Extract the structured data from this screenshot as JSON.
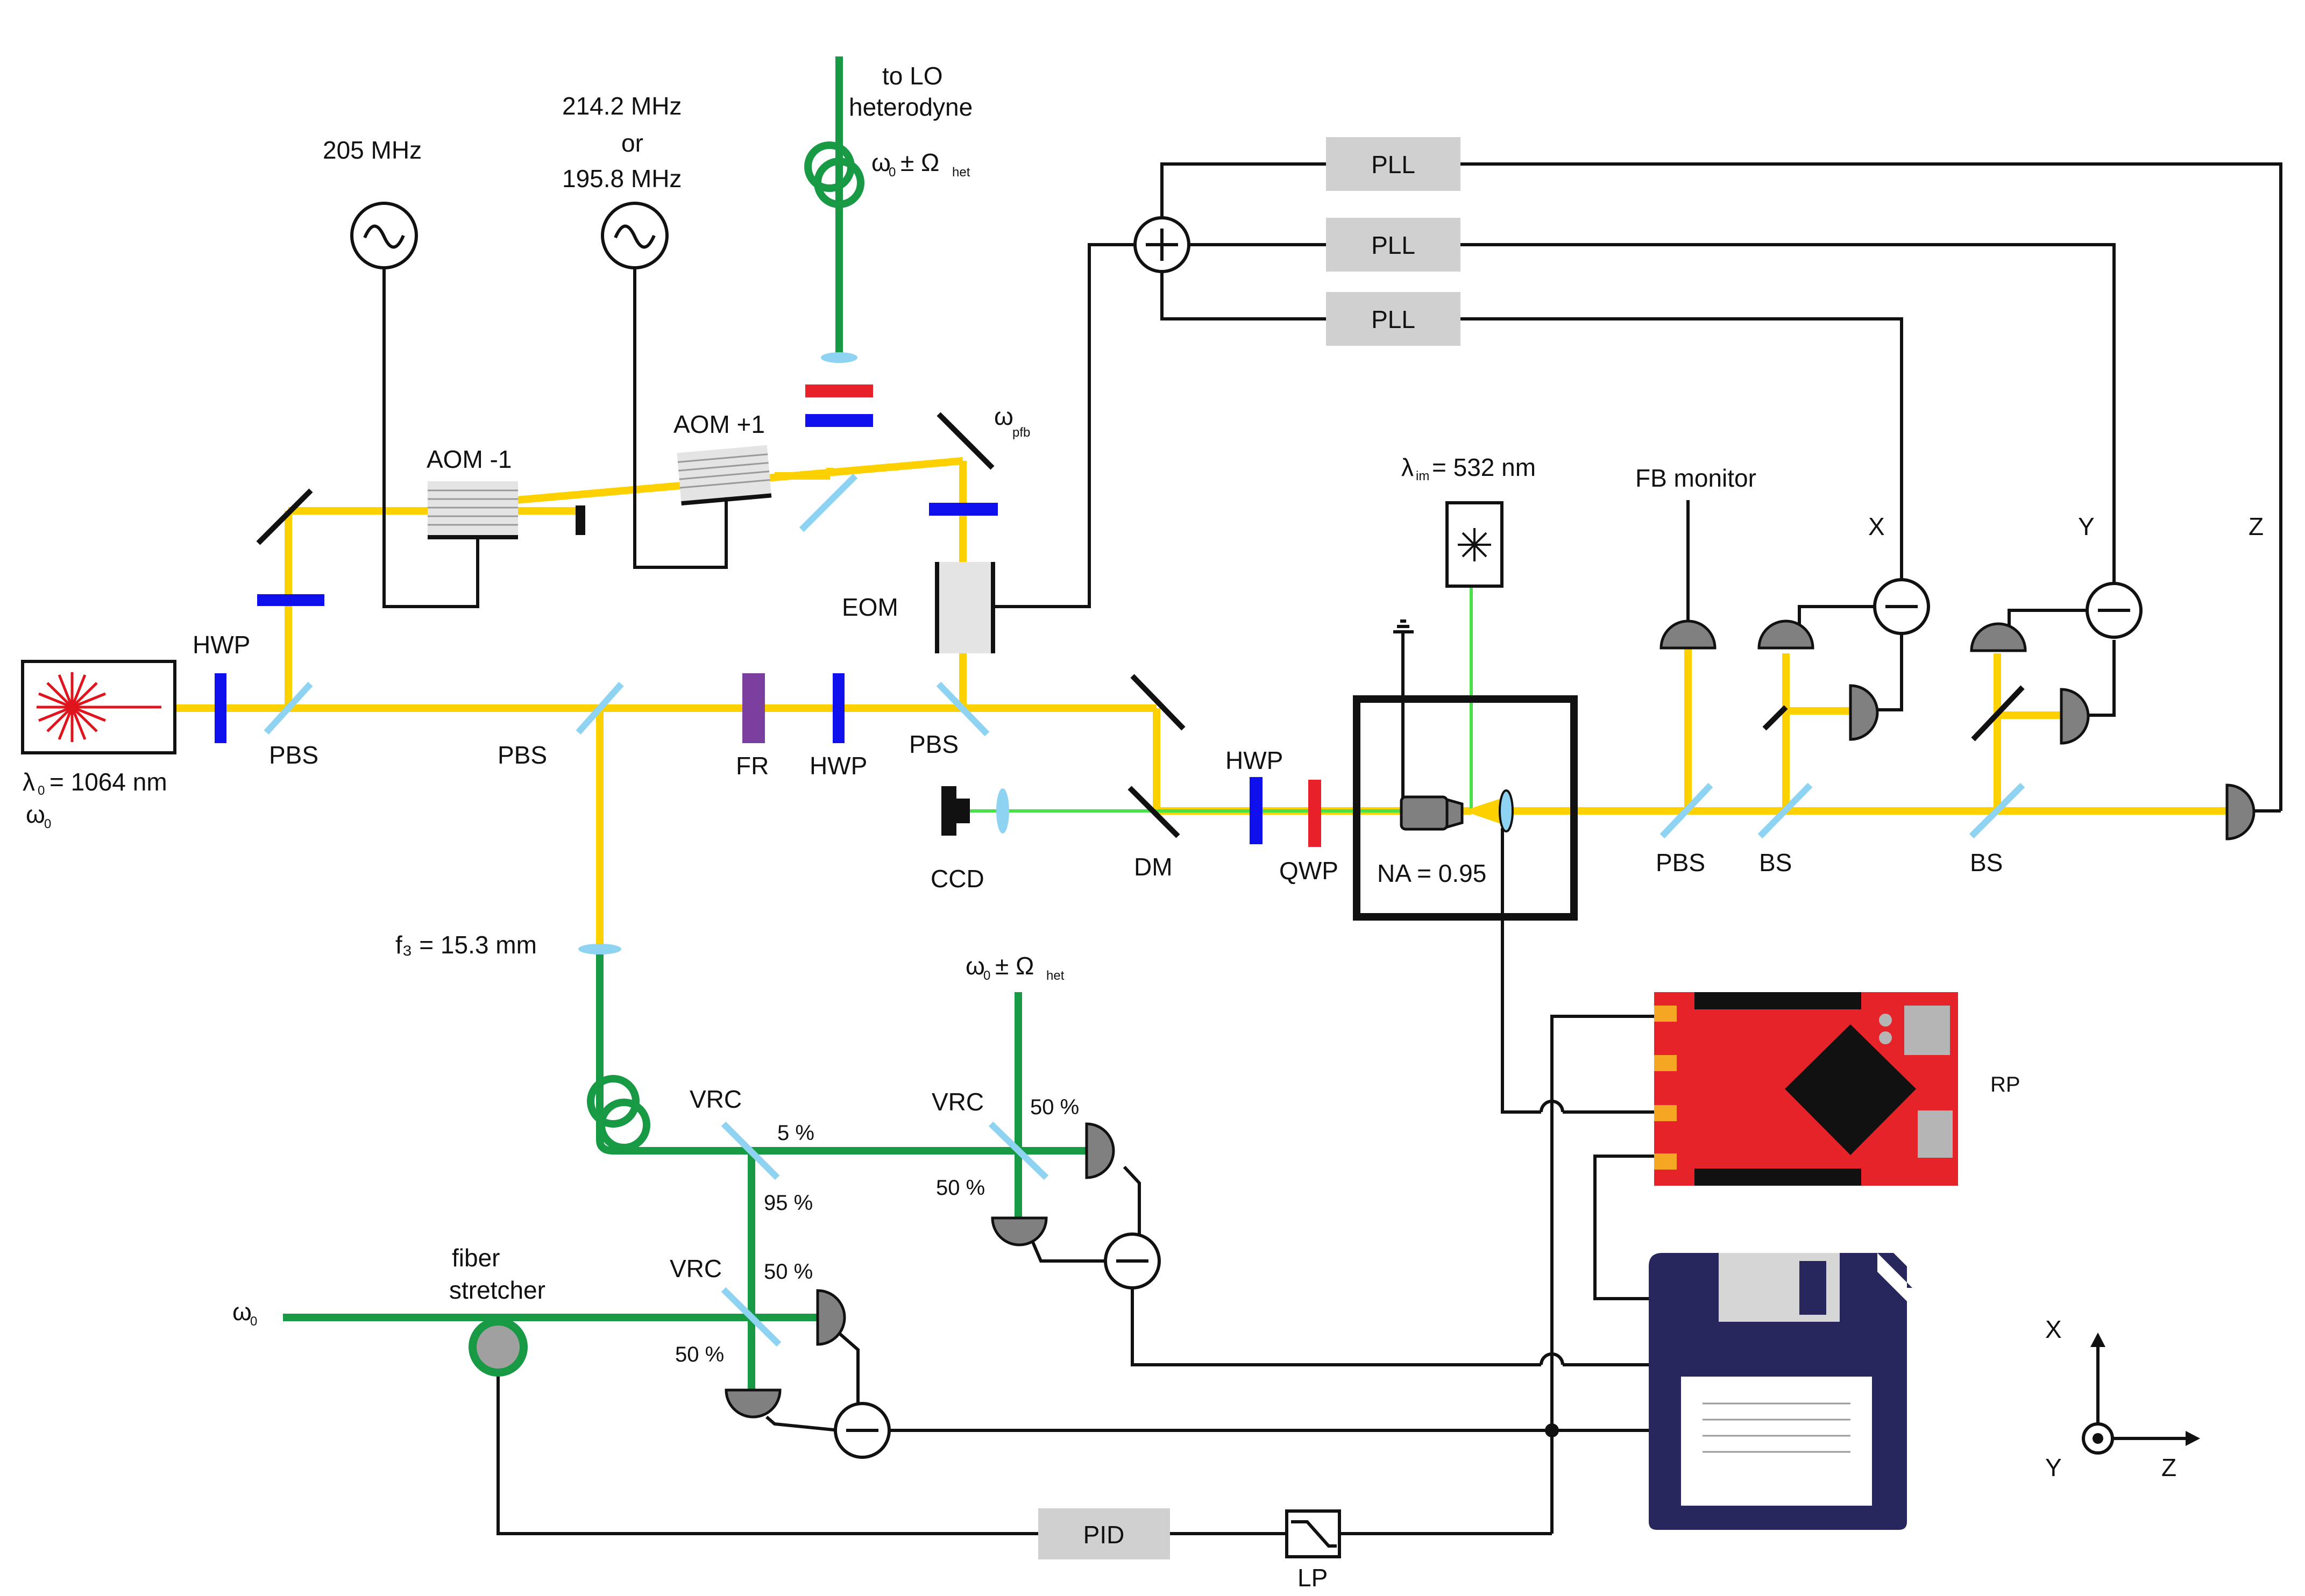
{
  "colors": {
    "beam_1064": "#fdd000",
    "fiber": "#189944",
    "beam_532": "#4be04b",
    "waveplate": "#1010ee",
    "qwp": "#e8202a",
    "faraday_rotator": "#7b3fa0",
    "red_pitaya": "#e52329",
    "floppy": "#27275e",
    "splitter": "#8fd3f2",
    "box": "#d0d0d0"
  },
  "icons": [
    "laser-icon",
    "sine-source-icon",
    "fiber-coil-icon",
    "photodiode-icon",
    "subtractor-icon",
    "adder-icon",
    "floppy-disk-icon",
    "red-pitaya-board-icon",
    "lowpass-filter-icon",
    "ground-icon",
    "objective-icon",
    "lens-icon",
    "axis-icon"
  ],
  "rf": {
    "src1": "205 MHz",
    "src2_l1": "214.2 MHz",
    "src2_l2": "or",
    "src2_l3": "195.8 MHz"
  },
  "lo": {
    "l1": "to LO",
    "l2": "heterodyne",
    "omega": "ω",
    "sub0": "0",
    "pm": "± Ω",
    "subhet": "het"
  },
  "aom": {
    "minus": "AOM -1",
    "plus": "AOM +1"
  },
  "pfb": {
    "omega": "ω",
    "sub": "pfb"
  },
  "eom": "EOM",
  "laser": {
    "lambda": "λ",
    "sub0": "0",
    "value": "= 1064 nm",
    "omega": "ω",
    "omega_sub": "0"
  },
  "labels": {
    "hwp1": "HWP",
    "pbs1": "PBS",
    "pbs2": "PBS",
    "fr": "FR",
    "hwp2": "HWP",
    "pbs3": "PBS",
    "ccd": "CCD",
    "dm": "DM",
    "hwp3": "HWP",
    "qwp": "QWP",
    "na": "NA = 0.95",
    "pbs4": "PBS",
    "bs1": "BS",
    "bs2": "BS",
    "fb_monitor": "FB monitor",
    "x": "X",
    "y": "Y",
    "z": "Z",
    "f3": "f₃ = 15.3 mm",
    "vrc1": "VRC",
    "vrc2": "VRC",
    "vrc3": "VRC",
    "pct_5": "5 %",
    "pct_95": "95 %",
    "pct_50_a": "50 %",
    "pct_50_b": "50 %",
    "pct_50_c": "50 %",
    "pct_50_d": "50 %",
    "fiber_stretcher_l1": "fiber",
    "fiber_stretcher_l2": "stretcher",
    "omega0": "ω",
    "omega0_sub": "0",
    "het_omega": "ω",
    "het_sub0": "0",
    "het_pm": "± Ω",
    "het_subhet": "het",
    "rp": "RP",
    "pid": "PID",
    "lp": "LP"
  },
  "imaging": {
    "lambda": "λ",
    "sub": "im",
    "value": "= 532 nm"
  },
  "pll": {
    "a": "PLL",
    "b": "PLL",
    "c": "PLL"
  },
  "axes": {
    "x": "X",
    "y": "Y",
    "z": "Z"
  }
}
